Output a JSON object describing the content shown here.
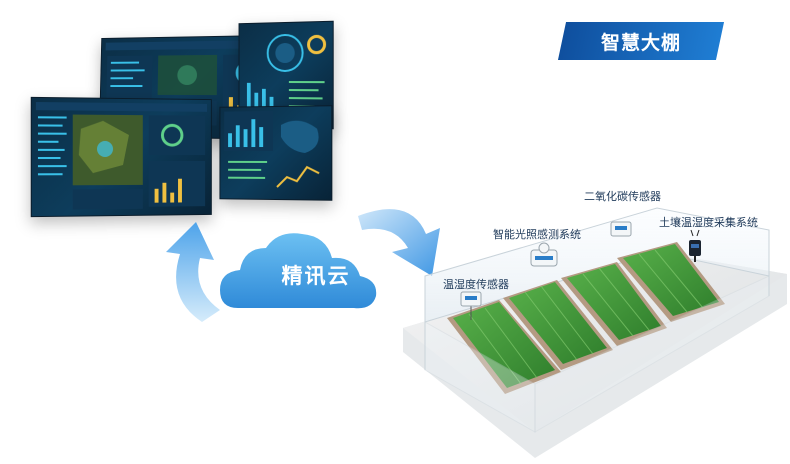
{
  "title_badge": "智慧大棚",
  "cloud_label": "精讯云",
  "sensors": {
    "co2": "二氧化碳传感器",
    "light": "智能光照感测系统",
    "temp_humidity": "温湿度传感器",
    "soil": "土壤温湿度采集系统"
  },
  "colors": {
    "accent": "#1a6fc4",
    "cloud": "#4ea6e8",
    "arrow": "#6fb6ee",
    "plant_green": "#3c9b3a"
  }
}
